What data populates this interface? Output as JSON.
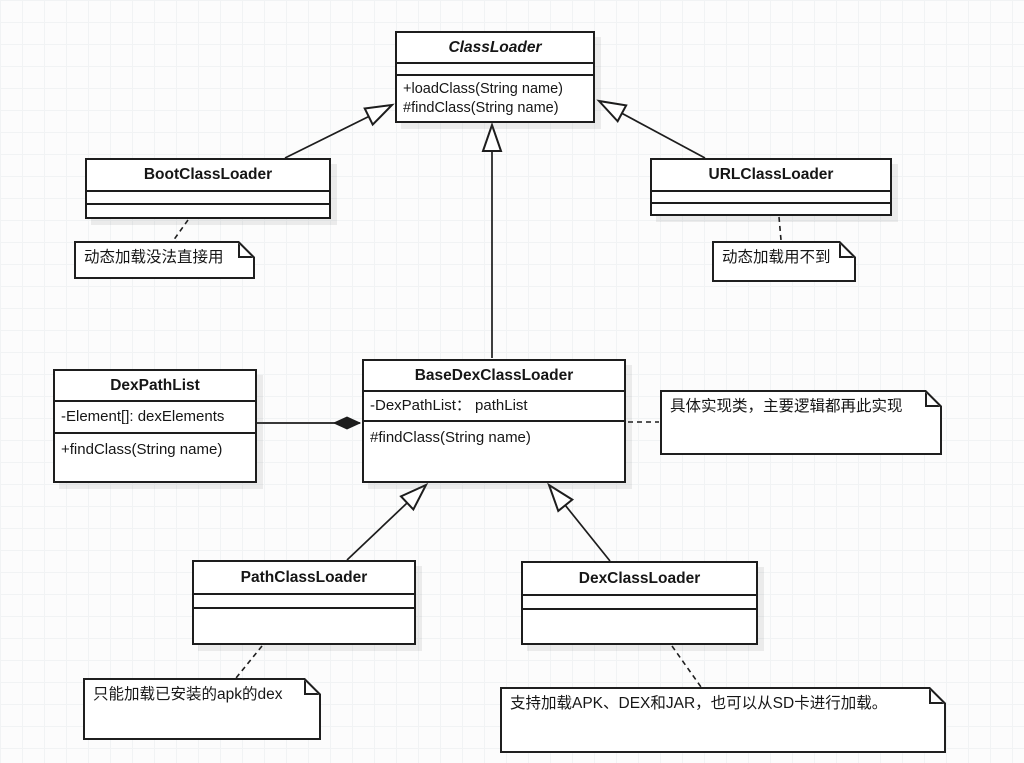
{
  "diagram": {
    "kind": "uml-class-diagram",
    "topic": "Android ClassLoader hierarchy"
  },
  "colors": {
    "stroke": "#1d1d1d",
    "shape_fill": "#ffffff",
    "canvas_background": "#fcfcfc",
    "grid_line": "#f1f3f4"
  },
  "classes": {
    "class_loader": {
      "name": "ClassLoader",
      "abstract": true,
      "attributes": [],
      "methods": [
        "+loadClass(String name)",
        "#findClass(String name)"
      ]
    },
    "boot_class_loader": {
      "name": "BootClassLoader",
      "attributes": [],
      "methods": []
    },
    "url_class_loader": {
      "name": "URLClassLoader",
      "attributes": [],
      "methods": []
    },
    "base_dex_class_loader": {
      "name": "BaseDexClassLoader",
      "attributes": [
        "-DexPathList： pathList"
      ],
      "methods": [
        "#findClass(String name)"
      ]
    },
    "dex_path_list": {
      "name": "DexPathList",
      "attributes": [
        "-Element[]: dexElements"
      ],
      "methods": [
        "+findClass(String name)"
      ]
    },
    "path_class_loader": {
      "name": "PathClassLoader",
      "attributes": [],
      "methods": []
    },
    "dex_class_loader": {
      "name": "DexClassLoader",
      "attributes": [],
      "methods": []
    }
  },
  "notes": {
    "boot": {
      "text": "动态加载没法直接用"
    },
    "url": {
      "text": "动态加载用不到"
    },
    "base_dex": {
      "text": "具体实现类，主要逻辑都再此实现"
    },
    "path": {
      "text": "只能加载已安装的apk的dex"
    },
    "dex": {
      "text": "支持加载APK、DEX和JAR，也可以从SD卡进行加载。"
    }
  },
  "relationships": [
    {
      "type": "generalization",
      "from": "BootClassLoader",
      "to": "ClassLoader"
    },
    {
      "type": "generalization",
      "from": "BaseDexClassLoader",
      "to": "ClassLoader"
    },
    {
      "type": "generalization",
      "from": "URLClassLoader",
      "to": "ClassLoader"
    },
    {
      "type": "composition",
      "from": "DexPathList",
      "to": "BaseDexClassLoader"
    },
    {
      "type": "generalization",
      "from": "PathClassLoader",
      "to": "BaseDexClassLoader"
    },
    {
      "type": "generalization",
      "from": "DexClassLoader",
      "to": "BaseDexClassLoader"
    },
    {
      "type": "note-link",
      "from": "BootClassLoader",
      "to": "note:boot"
    },
    {
      "type": "note-link",
      "from": "URLClassLoader",
      "to": "note:url"
    },
    {
      "type": "note-link",
      "from": "BaseDexClassLoader",
      "to": "note:base_dex"
    },
    {
      "type": "note-link",
      "from": "PathClassLoader",
      "to": "note:path"
    },
    {
      "type": "note-link",
      "from": "DexClassLoader",
      "to": "note:dex"
    }
  ]
}
